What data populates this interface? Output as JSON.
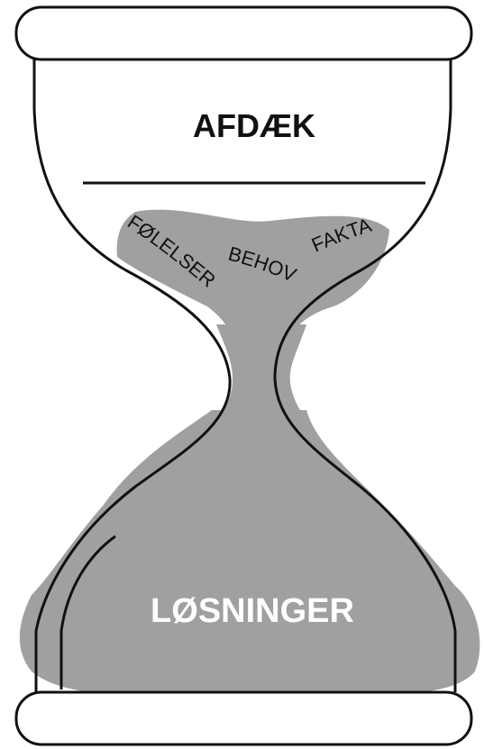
{
  "diagram": {
    "top_label": "AFDÆK",
    "curved_labels": {
      "left": "FØLELSER",
      "middle": "BEHOV",
      "right": "FAKTA"
    },
    "bottom_label": "LØSNINGER"
  },
  "colors": {
    "sand": "#a0a0a0",
    "outline": "#111111",
    "background": "#ffffff",
    "bottom_label": "#ffffff"
  }
}
